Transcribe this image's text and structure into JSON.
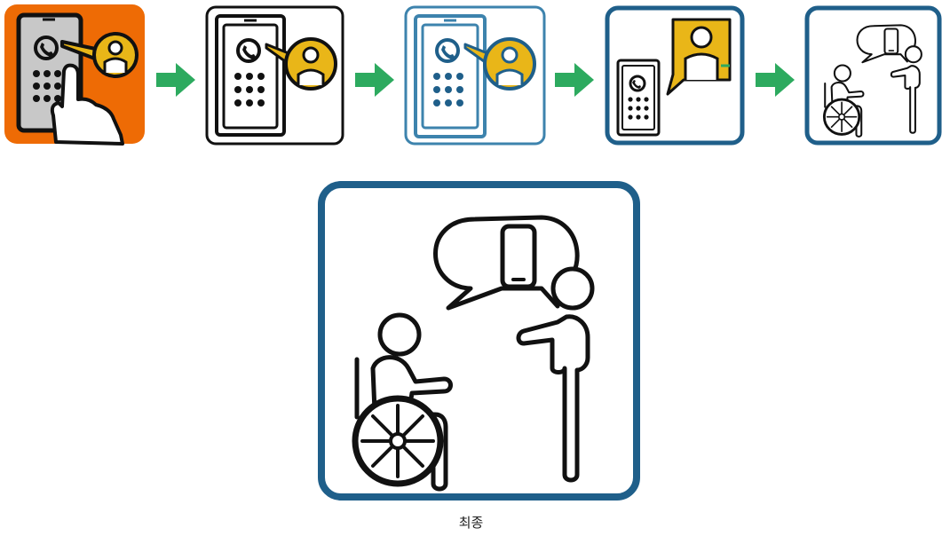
{
  "caption": "최종",
  "palette": {
    "orange": "#ee6b05",
    "blue": "#1f5f8a",
    "light_blue": "#3d83ad",
    "yellow": "#e9b618",
    "green": "#2daa5f",
    "gray_screen": "#c8c8c8",
    "black": "#111111"
  },
  "steps": [
    {
      "name": "step-1-orange-doorphone",
      "icon": "doorphone-with-hand-icon"
    },
    {
      "name": "step-2-outline-doorphone",
      "icon": "doorphone-outline-icon"
    },
    {
      "name": "step-3-blue-doorphone",
      "icon": "doorphone-blue-icon"
    },
    {
      "name": "step-4-doorphone-video",
      "icon": "doorphone-video-call-icon"
    },
    {
      "name": "step-5-wheelchair-person",
      "icon": "wheelchair-conversation-icon"
    }
  ],
  "final": {
    "name": "final-wheelchair-person",
    "icon": "wheelchair-conversation-icon"
  }
}
